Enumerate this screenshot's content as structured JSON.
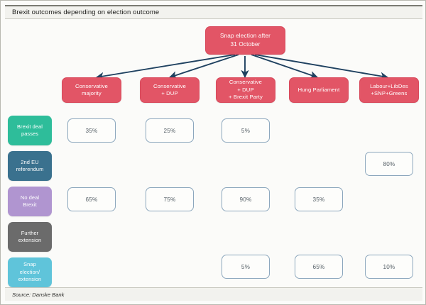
{
  "chart_data": {
    "type": "diagram",
    "title": "Brexit outcomes depending on election outcome",
    "source": "Source: Danske Bank",
    "root": "Snap election after 31 October",
    "categories": [
      "Conservative majority",
      "Conservative + DUP",
      "Conservative + DUP + Brexit Party",
      "Hung Parliament",
      "Labour+LibDes +SNP+Greens"
    ],
    "rows": [
      "Brexit deal passes",
      "2nd EU referendum",
      "No deal Brexit",
      "Further extension",
      "Snap election/extension"
    ],
    "series": [
      {
        "name": "Brexit deal passes",
        "values": [
          "35%",
          "25%",
          "5%",
          "",
          ""
        ]
      },
      {
        "name": "2nd EU referendum",
        "values": [
          "",
          "",
          "",
          "",
          "80%"
        ]
      },
      {
        "name": "No deal Brexit",
        "values": [
          "65%",
          "75%",
          "90%",
          "35%",
          ""
        ]
      },
      {
        "name": "Further extension",
        "values": [
          "",
          "",
          "",
          "",
          ""
        ]
      },
      {
        "name": "Snap election/extension",
        "values": [
          "",
          "",
          "5%",
          "65%",
          "10%"
        ]
      }
    ]
  },
  "header": {
    "title": "Brexit outcomes depending on election outcome"
  },
  "footer": {
    "source": "Source: Danske Bank"
  },
  "tree": {
    "root_label_line1": "Snap election after",
    "root_label_line2": "31 October",
    "outcomes": [
      {
        "line1": "Conservative",
        "line2": "majority",
        "line3": ""
      },
      {
        "line1": "Conservative",
        "line2": "+ DUP",
        "line3": ""
      },
      {
        "line1": "Conservative",
        "line2": "+ DUP",
        "line3": "+ Brexit Party"
      },
      {
        "line1": "Hung Parliament",
        "line2": "",
        "line3": ""
      },
      {
        "line1": "Labour+LibDes",
        "line2": "+SNP+Greens",
        "line3": ""
      }
    ]
  },
  "scenarios": [
    {
      "line1": "Brexit deal",
      "line2": "passes",
      "line3": "",
      "color": "#2ebd9a"
    },
    {
      "line1": "2nd EU",
      "line2": "referendum",
      "line3": "",
      "color": "#3a718e"
    },
    {
      "line1": "No deal",
      "line2": "Brexit",
      "line3": "",
      "color": "#b095d0"
    },
    {
      "line1": "Further",
      "line2": "extension",
      "line3": "",
      "color": "#6b6b6b"
    },
    {
      "line1": "Snap",
      "line2": "election/",
      "line3": "extension",
      "color": "#5fc4da"
    }
  ],
  "cells": {
    "r0c0": "35%",
    "r0c1": "25%",
    "r0c2": "5%",
    "r1c4": "80%",
    "r2c0": "65%",
    "r2c1": "75%",
    "r2c2": "90%",
    "r2c3": "35%",
    "r4c2": "5%",
    "r4c3": "65%",
    "r4c4": "10%"
  },
  "colors": {
    "node": "#e25566",
    "arrow": "#1f4160",
    "cell_border": "#8ca7bd",
    "panel": "#fbfbf9"
  }
}
